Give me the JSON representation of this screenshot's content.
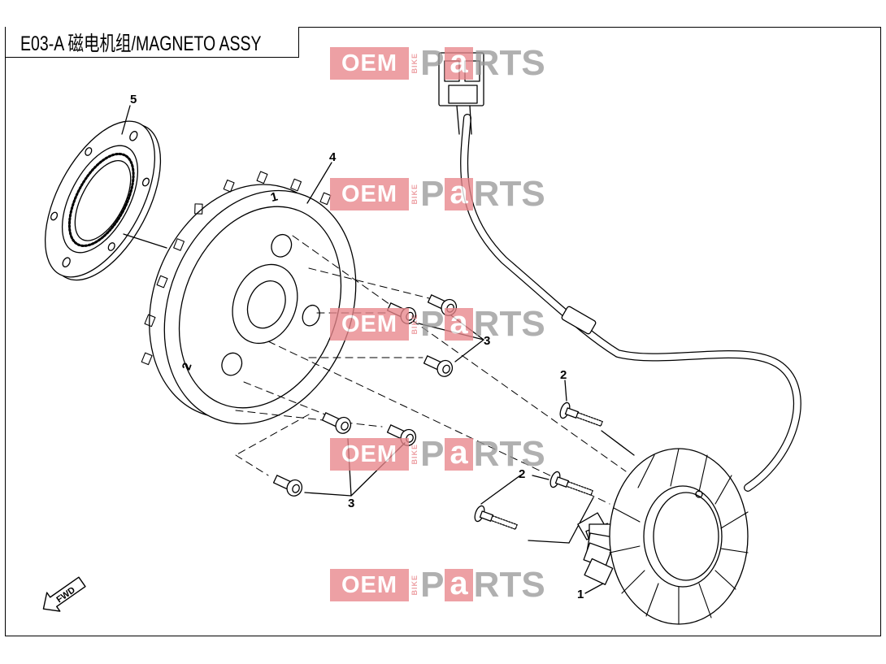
{
  "title": "E03-A 磁电机组/MAGNETO ASSY",
  "watermark": {
    "oem": "OEM",
    "bike": "BIKE",
    "p": "P",
    "a": "a",
    "rts": "RTS",
    "brand_color": "#e8868b",
    "text_gray": "#9a9a9a"
  },
  "callouts": {
    "stator": "1",
    "bolt_a": "2",
    "bolt_b": "2",
    "bolt_c": "2",
    "cap_bolts_upper": "3",
    "cap_bolts_lower": "3",
    "flywheel": "4",
    "one_way_clutch": "5"
  },
  "flywheel_marks": {
    "mark_1": "1",
    "mark_2": "2"
  },
  "fwd_label": "FWD"
}
